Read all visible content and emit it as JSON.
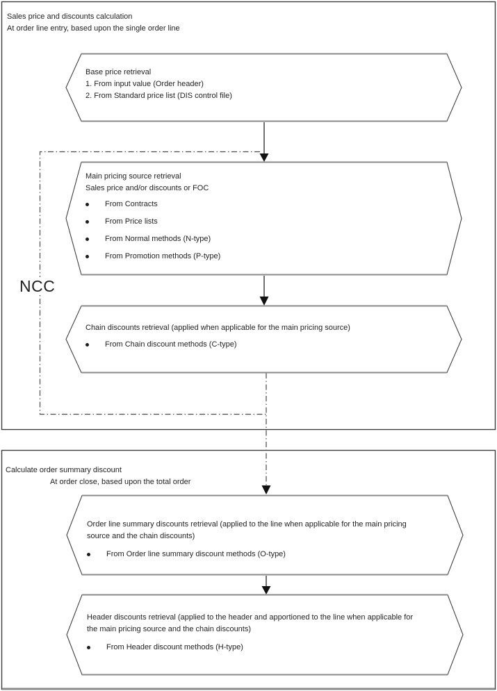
{
  "colors": {
    "ink": "#1e1e1e",
    "line": "#3c3c3c",
    "line-soft": "#8a8a8a",
    "background": "#ffffff"
  },
  "section_order_line": {
    "title_lines": [
      "Sales price and discounts calculation",
      "At order line entry, based upon the single order line"
    ],
    "ncc_label": "NCC"
  },
  "section_order_summary": {
    "title_lines": [
      "Calculate order summary discount",
      "At order close, based upon the total order"
    ]
  },
  "nodes": {
    "base_price": {
      "lines": [
        "Base price retrieval",
        "1. From input value (Order header)",
        "2. From Standard price list (DIS control file)"
      ]
    },
    "main_pricing": {
      "lines": [
        "Main pricing source retrieval",
        "Sales price and/or discounts or FOC"
      ],
      "bullets": [
        "From Contracts",
        "From Price lists",
        "From Normal methods (N-type)",
        "From Promotion methods (P-type)"
      ]
    },
    "chain_discounts": {
      "text": "Chain discounts retrieval (applied when applicable for the main pricing source)",
      "bullets": [
        "From Chain discount methods (C-type)"
      ]
    },
    "order_line_summary": {
      "text": "Order line summary discounts retrieval (applied to the line when applicable for the main pricing source and the chain discounts)",
      "bullets": [
        "From Order line summary discount methods (O-type)"
      ]
    },
    "header_discounts": {
      "text": "Header discounts retrieval (applied to the header and apportioned to the line when applicable for the main pricing source and the chain discounts)",
      "bullets": [
        "From Header discount methods (H-type)"
      ]
    }
  }
}
